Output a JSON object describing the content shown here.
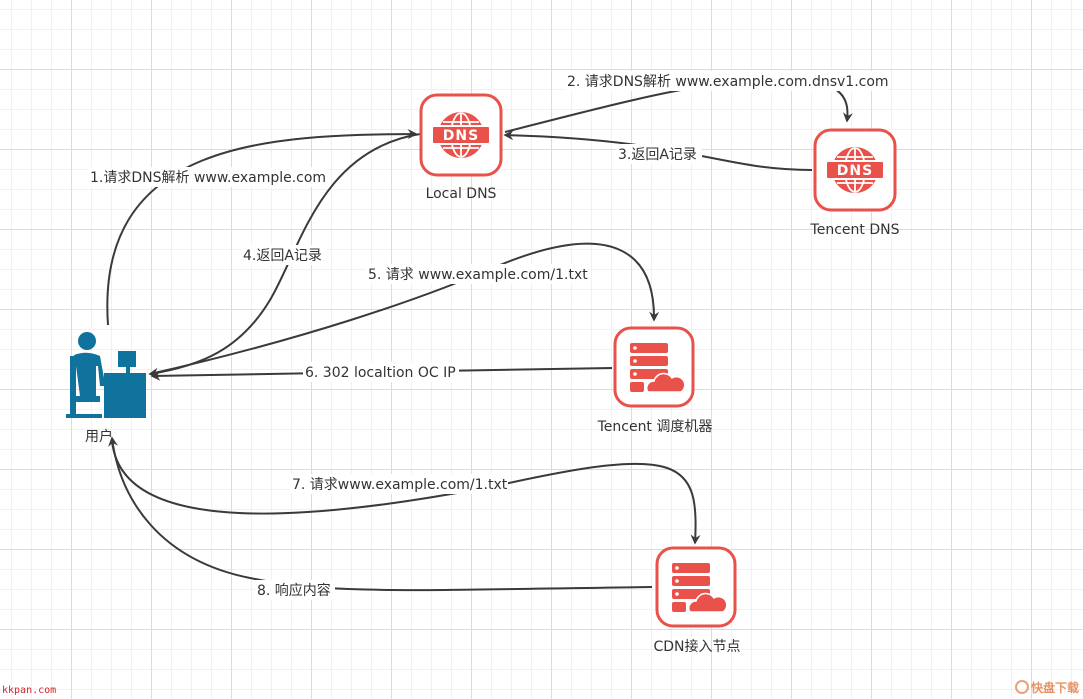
{
  "nodes": {
    "user": "用户",
    "local_dns": "Local DNS",
    "tencent_dns": "Tencent DNS",
    "scheduler": "Tencent 调度机器",
    "cdn_node": "CDN接入节点"
  },
  "icons": {
    "dns": "DNS",
    "user": "user-at-computer-icon",
    "server": "server-cloud-icon"
  },
  "edges": {
    "e1": "1.请求DNS解析 www.example.com",
    "e2": "2. 请求DNS解析 www.example.com.dnsv1.com",
    "e3": "3.返回A记录",
    "e4": "4.返回A记录",
    "e5": "5. 请求 www.example.com/1.txt",
    "e6": "6. 302 localtion OC IP",
    "e7": "7. 请求www.example.com/1.txt",
    "e8": "8. 响应内容"
  },
  "watermark": {
    "left": "kkpan.com",
    "right": "快盘下载"
  },
  "colors": {
    "icon_red": "#e9524a",
    "user_blue": "#10739e",
    "line": "#3a3a3a"
  }
}
